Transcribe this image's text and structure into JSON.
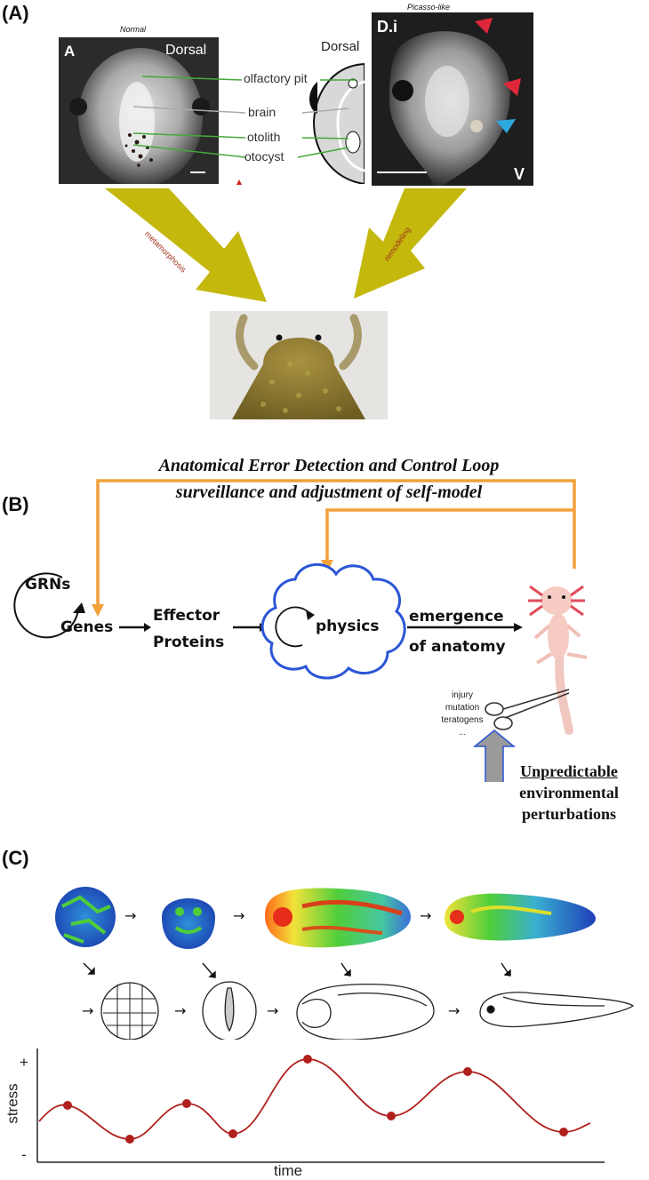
{
  "panel_a": {
    "label": "(A)",
    "normal_caption": "Normal",
    "normal_tag": "A",
    "normal_view": "Dorsal",
    "schematic_view": "Dorsal",
    "picasso_caption": "Picasso-like",
    "picasso_tag": "D.i",
    "picasso_corner": "V",
    "annotations": [
      "olfactory pit",
      "brain",
      "otolith",
      "otocyst"
    ],
    "left_arrow_label": "metamorphosis",
    "right_arrow_label": "remodeling",
    "arrow_color": "#c4b80d",
    "annotation_line_color": "#46a83c"
  },
  "panel_b": {
    "label": "(B)",
    "title_line1": "Anatomical Error Detection and Control Loop",
    "title_line2": "surveillance and adjustment of self-model",
    "grns": "GRNs",
    "genes": "Genes",
    "effector_line1": "Effector",
    "effector_line2": "Proteins",
    "physics": "physics",
    "emergence_line1": "emergence",
    "emergence_line2": "of anatomy",
    "perturbation_list": [
      "injury",
      "mutation",
      "teratogens",
      "..."
    ],
    "env_line1": "Unpredictable",
    "env_line2": "environmental",
    "env_line3": "perturbations",
    "loop_color": "#f2a03a",
    "cloud_color": "#2b55d6",
    "up_arrow_color": "#9a9a9a"
  },
  "panel_c": {
    "label": "(C)",
    "x_axis_label": "time",
    "y_axis_label": "stress",
    "y_plus": "+",
    "y_minus": "-",
    "curve_color": "#b0201c"
  }
}
